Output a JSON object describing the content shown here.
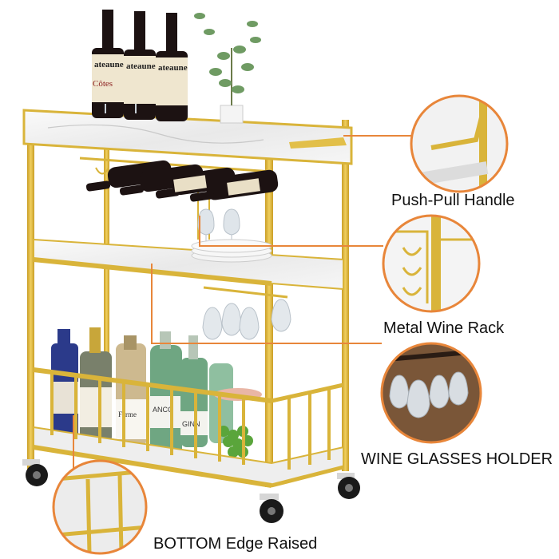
{
  "product": {
    "callouts": [
      {
        "label": "Push-Pull Handle",
        "icon": "handle-closeup-icon"
      },
      {
        "label": "Metal Wine Rack",
        "icon": "wine-rack-closeup-icon"
      },
      {
        "label": "WINE GLASSES HOLDER",
        "icon": "glass-holder-closeup-icon"
      },
      {
        "label": "BOTTOM Edge Raised",
        "icon": "bottom-edge-closeup-icon"
      }
    ],
    "bottle_labels": {
      "top_label_word": "ateaune",
      "top_label_sub": "Côtes",
      "bottom_label_a": "Ferme",
      "bottom_label_b": "ANCO",
      "bottom_label_c": "GINN"
    }
  },
  "colors": {
    "gold": "#d9b43a",
    "gold_dark": "#b8921f",
    "marble": "#f1f1f1",
    "callout_line": "#e8863a",
    "wine": "#1c1212",
    "glass": "#cfd6dd",
    "green_bottle": "#6fa682"
  }
}
